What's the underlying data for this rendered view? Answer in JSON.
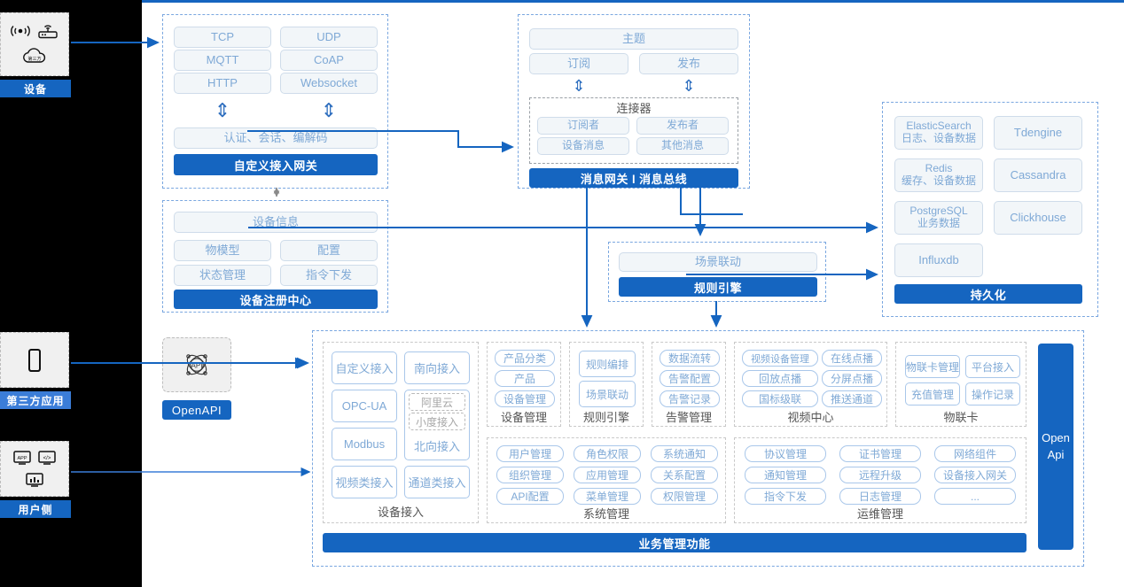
{
  "rail": {
    "groups": [
      {
        "id": "device",
        "label": "设备",
        "icons": [
          "signal-icon",
          "router-icon",
          "cloud-icon"
        ]
      },
      {
        "id": "third-party",
        "label": "第三方应用",
        "icons": [
          "mobile-phone-icon"
        ]
      },
      {
        "id": "user-side",
        "label": "用户侧",
        "icons": [
          "app-screen-icon",
          "code-screen-icon",
          "chart-screen-icon"
        ]
      }
    ]
  },
  "gateway": {
    "protocols": [
      "TCP",
      "UDP",
      "MQTT",
      "CoAP",
      "HTTP",
      "Websocket"
    ],
    "middle": "认证、会话、编解码",
    "bar": "自定义接入网关",
    "arrow_glyph": "⇕"
  },
  "message": {
    "topic": "主题",
    "subscribe": "订阅",
    "publish": "发布",
    "arrow_glyph": "⇕",
    "connector": {
      "title": "连接器",
      "items": [
        "订阅者",
        "发布者",
        "设备消息",
        "其他消息"
      ]
    },
    "bar": "消息网关 l 消息总线"
  },
  "registry": {
    "info": "设备信息",
    "items": [
      "物模型",
      "配置",
      "状态管理",
      "指令下发"
    ],
    "bar": "设备注册中心"
  },
  "rules": {
    "scene": "场景联动",
    "bar": "规则引擎"
  },
  "persistence": {
    "left": [
      {
        "name": "ElasticSearch",
        "sub": "日志、设备数据"
      },
      {
        "name": "Redis",
        "sub": "缓存、设备数据"
      },
      {
        "name": "PostgreSQL",
        "sub": "业务数据"
      },
      {
        "name": "Influxdb",
        "sub": ""
      }
    ],
    "right": [
      "Tdengine",
      "Cassandra",
      "Clickhouse"
    ],
    "bar": "持久化"
  },
  "openapi": {
    "icon": "api-atom-icon",
    "label": "OpenAPI",
    "vertical_label": "Open\nApi",
    "vertical_line1": "Open",
    "vertical_line2": "Api"
  },
  "business": {
    "bar": "业务管理功能",
    "device_access": {
      "title": "设备接入",
      "left": [
        "自定义接入",
        "OPC-UA",
        "Modbus",
        "视频类接入"
      ],
      "right_top": "南向接入",
      "north": {
        "label": "北向接入",
        "dashed": [
          "阿里云",
          "小度接入"
        ]
      },
      "right_bottom": "通道类接入"
    },
    "groups": [
      {
        "title": "设备管理",
        "items": [
          "产品分类",
          "产品",
          "设备管理"
        ]
      },
      {
        "title": "规则引擎",
        "items": [
          "规则编排",
          "场景联动"
        ]
      },
      {
        "title": "告警管理",
        "items": [
          "数据流转",
          "告警配置",
          "告警记录"
        ]
      }
    ],
    "video": {
      "title": "视频中心",
      "items": [
        "视频设备管理",
        "在线点播",
        "回放点播",
        "分屏点播",
        "国标级联",
        "推送通道"
      ]
    },
    "iotcard": {
      "title": "物联卡",
      "items": [
        "物联卡管理",
        "平台接入",
        "充值管理",
        "操作记录"
      ]
    },
    "system": {
      "title": "系统管理",
      "items": [
        "用户管理",
        "角色权限",
        "系统通知",
        "组织管理",
        "应用管理",
        "关系配置",
        "API配置",
        "菜单管理",
        "权限管理"
      ]
    },
    "ops": {
      "title": "运维管理",
      "items": [
        "协议管理",
        "证书管理",
        "网络组件",
        "通知管理",
        "远程升级",
        "设备接入网关",
        "指令下发",
        "日志管理",
        "..."
      ]
    }
  },
  "colors": {
    "brand": "#1565c0",
    "chip_text": "#7fa9d6",
    "panel_border": "#7aa7e0",
    "line": "#2f6fbf",
    "rail_bg": "#000000"
  }
}
